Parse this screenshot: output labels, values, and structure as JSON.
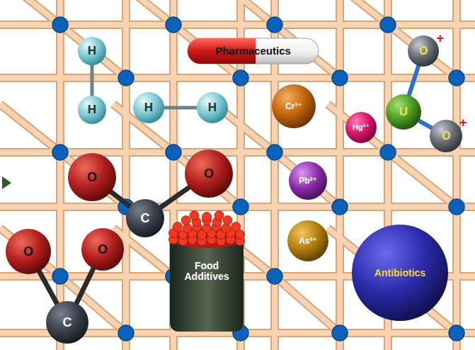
{
  "diagram": {
    "nodes": [
      {
        "text": [
          "H"
        ]
      },
      {
        "text": [
          "Pharmaceutics"
        ]
      },
      {
        "text": [
          "O",
          "+"
        ]
      },
      {
        "text": [
          "H"
        ]
      },
      {
        "text": [
          "H"
        ]
      },
      {
        "text": [
          "H"
        ]
      },
      {
        "text": [
          "Cr³⁺"
        ]
      },
      {
        "text": [
          "U"
        ]
      },
      {
        "text": [
          "Hg²⁺"
        ]
      },
      {
        "text": [
          "O",
          "+"
        ]
      },
      {
        "text": [
          "O"
        ]
      },
      {
        "text": [
          "O"
        ]
      },
      {
        "text": [
          "Pb²⁺"
        ]
      },
      {
        "text": [
          "C"
        ]
      },
      {
        "text": [
          "As³⁺"
        ]
      },
      {
        "text": [
          "O"
        ]
      },
      {
        "text": [
          "O"
        ]
      },
      {
        "text": [
          "Food Additives"
        ]
      },
      {
        "text": [
          "Antibiotics"
        ]
      },
      {
        "text": [
          "C"
        ]
      }
    ],
    "edges": [
      {
        "from": 0,
        "to": 3,
        "arrow": "none"
      },
      {
        "from": 4,
        "to": 5,
        "arrow": "none"
      },
      {
        "from": 2,
        "to": 7,
        "arrow": "none"
      },
      {
        "from": 7,
        "to": 9,
        "arrow": "none"
      },
      {
        "from": 10,
        "to": 13,
        "arrow": "none"
      },
      {
        "from": 13,
        "to": 11,
        "arrow": "none"
      },
      {
        "from": 15,
        "to": 19,
        "arrow": "none"
      },
      {
        "from": 19,
        "to": 16,
        "arrow": "none"
      }
    ]
  }
}
